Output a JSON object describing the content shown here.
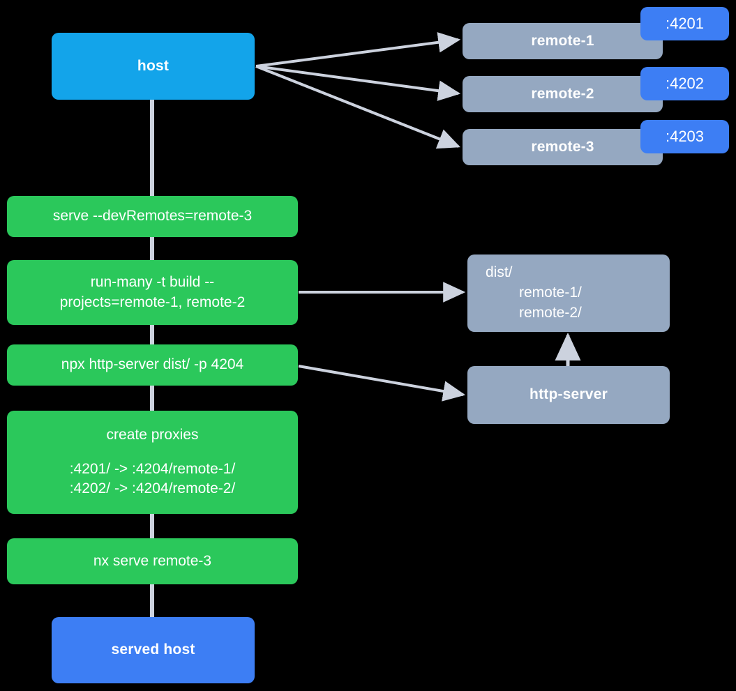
{
  "diagram": {
    "title": "Nx module federation host and remotes serve flow",
    "background": "#000000",
    "colors": {
      "host": "#13a4ea",
      "served_host": "#3d7ef4",
      "remote": "#95a8c1",
      "command": "#2bc85b",
      "badge": "#3d7ef4",
      "edge": "#ccd2de",
      "text": "#ffffff"
    }
  },
  "nodes": {
    "host": {
      "label": "host"
    },
    "served_host": {
      "label": "served host"
    },
    "remotes": [
      {
        "label": "remote-1",
        "port": ":4201"
      },
      {
        "label": "remote-2",
        "port": ":4202"
      },
      {
        "label": "remote-3",
        "port": ":4203"
      }
    ],
    "commands": [
      {
        "id": "serve",
        "lines": [
          "serve --devRemotes=remote-3"
        ]
      },
      {
        "id": "run-many",
        "lines": [
          "run-many -t build --",
          "projects=remote-1, remote-2"
        ]
      },
      {
        "id": "http-server-cmd",
        "lines": [
          "npx http-server dist/ -p 4204"
        ]
      },
      {
        "id": "create-proxies",
        "lines": [
          "create proxies",
          "",
          ":4201/ -> :4204/remote-1/",
          ":4202/ -> :4204/remote-2/"
        ]
      },
      {
        "id": "nx-serve",
        "lines": [
          "nx serve remote-3"
        ]
      }
    ],
    "dist": {
      "lines": [
        "dist/",
        "remote-1/",
        "remote-2/"
      ]
    },
    "http_server": {
      "label": "http-server"
    }
  },
  "edges": [
    {
      "from": "host",
      "to": "remote-1",
      "kind": "arrow"
    },
    {
      "from": "host",
      "to": "remote-2",
      "kind": "arrow"
    },
    {
      "from": "host",
      "to": "remote-3",
      "kind": "arrow"
    },
    {
      "from": "host",
      "to": "serve",
      "kind": "line"
    },
    {
      "from": "serve",
      "to": "run-many",
      "kind": "line"
    },
    {
      "from": "run-many",
      "to": "dist",
      "kind": "arrow"
    },
    {
      "from": "run-many",
      "to": "http-server-cmd",
      "kind": "line"
    },
    {
      "from": "http-server-cmd",
      "to": "http-server",
      "kind": "arrow"
    },
    {
      "from": "http-server-cmd",
      "to": "create-proxies",
      "kind": "line"
    },
    {
      "from": "http-server",
      "to": "dist",
      "kind": "arrow"
    },
    {
      "from": "create-proxies",
      "to": "nx-serve",
      "kind": "line"
    },
    {
      "from": "nx-serve",
      "to": "served_host",
      "kind": "line"
    }
  ]
}
